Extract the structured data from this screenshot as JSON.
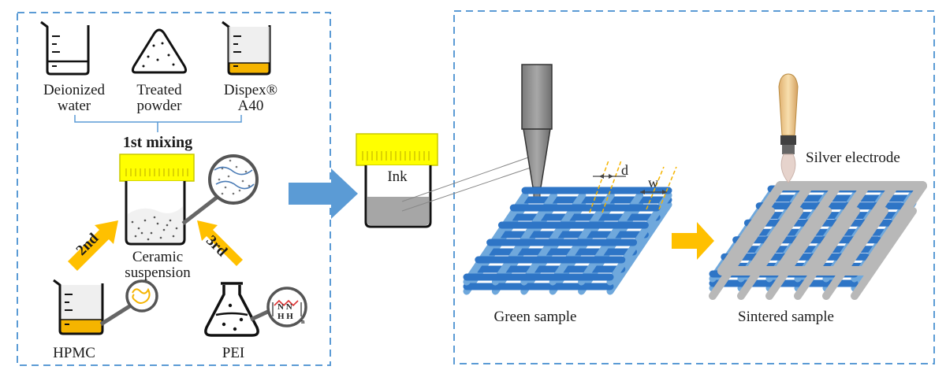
{
  "left_panel": {
    "top_items": [
      {
        "label_line1": "Deionized",
        "label_line2": "water"
      },
      {
        "label_line1": "Treated",
        "label_line2": "powder"
      },
      {
        "label_line1": "Dispex®",
        "label_line2": "A40"
      }
    ],
    "first_mixing": "1st mixing",
    "suspension_line1": "Ceramic",
    "suspension_line2": "suspension",
    "second_step": "2nd",
    "third_step": "3rd",
    "hpmc": "HPMC",
    "pei": "PEI",
    "pei_formula_top": "N N",
    "pei_formula_bottom": "H H",
    "pei_formula_n": "n"
  },
  "right_panel": {
    "ink": "Ink",
    "dim_d": "d",
    "dim_w": "w",
    "green_sample": "Green sample",
    "sintered_sample": "Sintered sample",
    "silver_electrode": "Silver electrode"
  },
  "colors": {
    "frame": "#5b9bd5",
    "lid_yellow": "#ffff00",
    "orange_fill": "#f5b400",
    "big_arrow": "#5b9bd5",
    "step_arrow": "#ffc000",
    "lattice_blue": "#2e75c6",
    "lattice_light": "#6fa8dc",
    "sintered_gray": "#b8b8b8"
  }
}
